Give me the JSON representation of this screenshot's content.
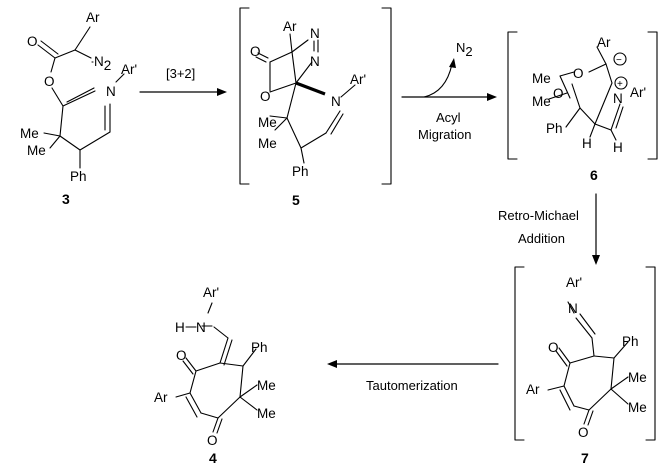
{
  "compounds": {
    "c3": {
      "number": "3",
      "Ar": "Ar",
      "N2": "N",
      "N2_sub": "2",
      "N": "N",
      "Ar_prime": "Ar'",
      "O_carbonyl": "O",
      "O_ester": "O",
      "Me1": "Me",
      "Me2": "Me",
      "Ph": "Ph"
    },
    "c5": {
      "number": "5",
      "Ar": "Ar",
      "N_a": "N",
      "N_b": "N",
      "N_ring": "N",
      "Ar_prime": "Ar'",
      "O_carbonyl": "O",
      "O_ring": "O",
      "Me1": "Me",
      "Me2": "Me",
      "Ph": "Ph"
    },
    "c6": {
      "number": "6",
      "Ar": "Ar",
      "minus": "−",
      "O_carbonyl": "O",
      "O_ring": "O",
      "Me1": "Me",
      "Me2": "Me",
      "N": "N",
      "plus": "+",
      "Ar_prime": "Ar'",
      "Ph": "Ph",
      "H1": "H",
      "H2": "H"
    },
    "c7": {
      "number": "7",
      "Ar_prime": "Ar'",
      "N": "N",
      "O1": "O",
      "O2": "O",
      "Ph": "Ph",
      "Ar": "Ar",
      "Me1": "Me",
      "Me2": "Me"
    },
    "c4": {
      "number": "4",
      "Ar_prime": "Ar'",
      "H": "H",
      "N": "N",
      "O1": "O",
      "O2": "O",
      "Ph": "Ph",
      "Ar": "Ar",
      "Me1": "Me",
      "Me2": "Me"
    }
  },
  "conditions": {
    "step1": "[3+2]",
    "n2_main": "N",
    "n2_sub": "2",
    "step2_line1": "Acyl",
    "step2_line2": "Migration",
    "step3_line1": "Retro-Michael",
    "step3_line2": "Addition",
    "step4": "Tautomerization"
  }
}
